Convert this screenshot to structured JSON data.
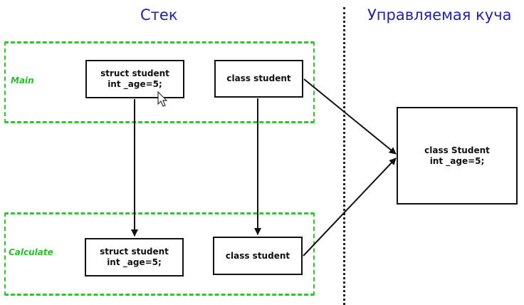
{
  "headings": {
    "stack": "Стек",
    "heap": "Управляемая куча"
  },
  "frames": {
    "main": "Main",
    "calculate": "Calculate"
  },
  "boxes": {
    "main_struct": {
      "line1": "struct student",
      "line2": "int _age=5;"
    },
    "main_class": {
      "line1": "class student"
    },
    "calc_struct": {
      "line1": "struct student",
      "line2": "int _age=5;"
    },
    "calc_class": {
      "line1": "class student"
    },
    "heap_object": {
      "line1": "class Student",
      "line2": "int _age=5;"
    }
  },
  "colors": {
    "heading": "#1f1fb8",
    "frame": "#2ec52e",
    "frame_label": "#25c225",
    "line": "#111111"
  }
}
